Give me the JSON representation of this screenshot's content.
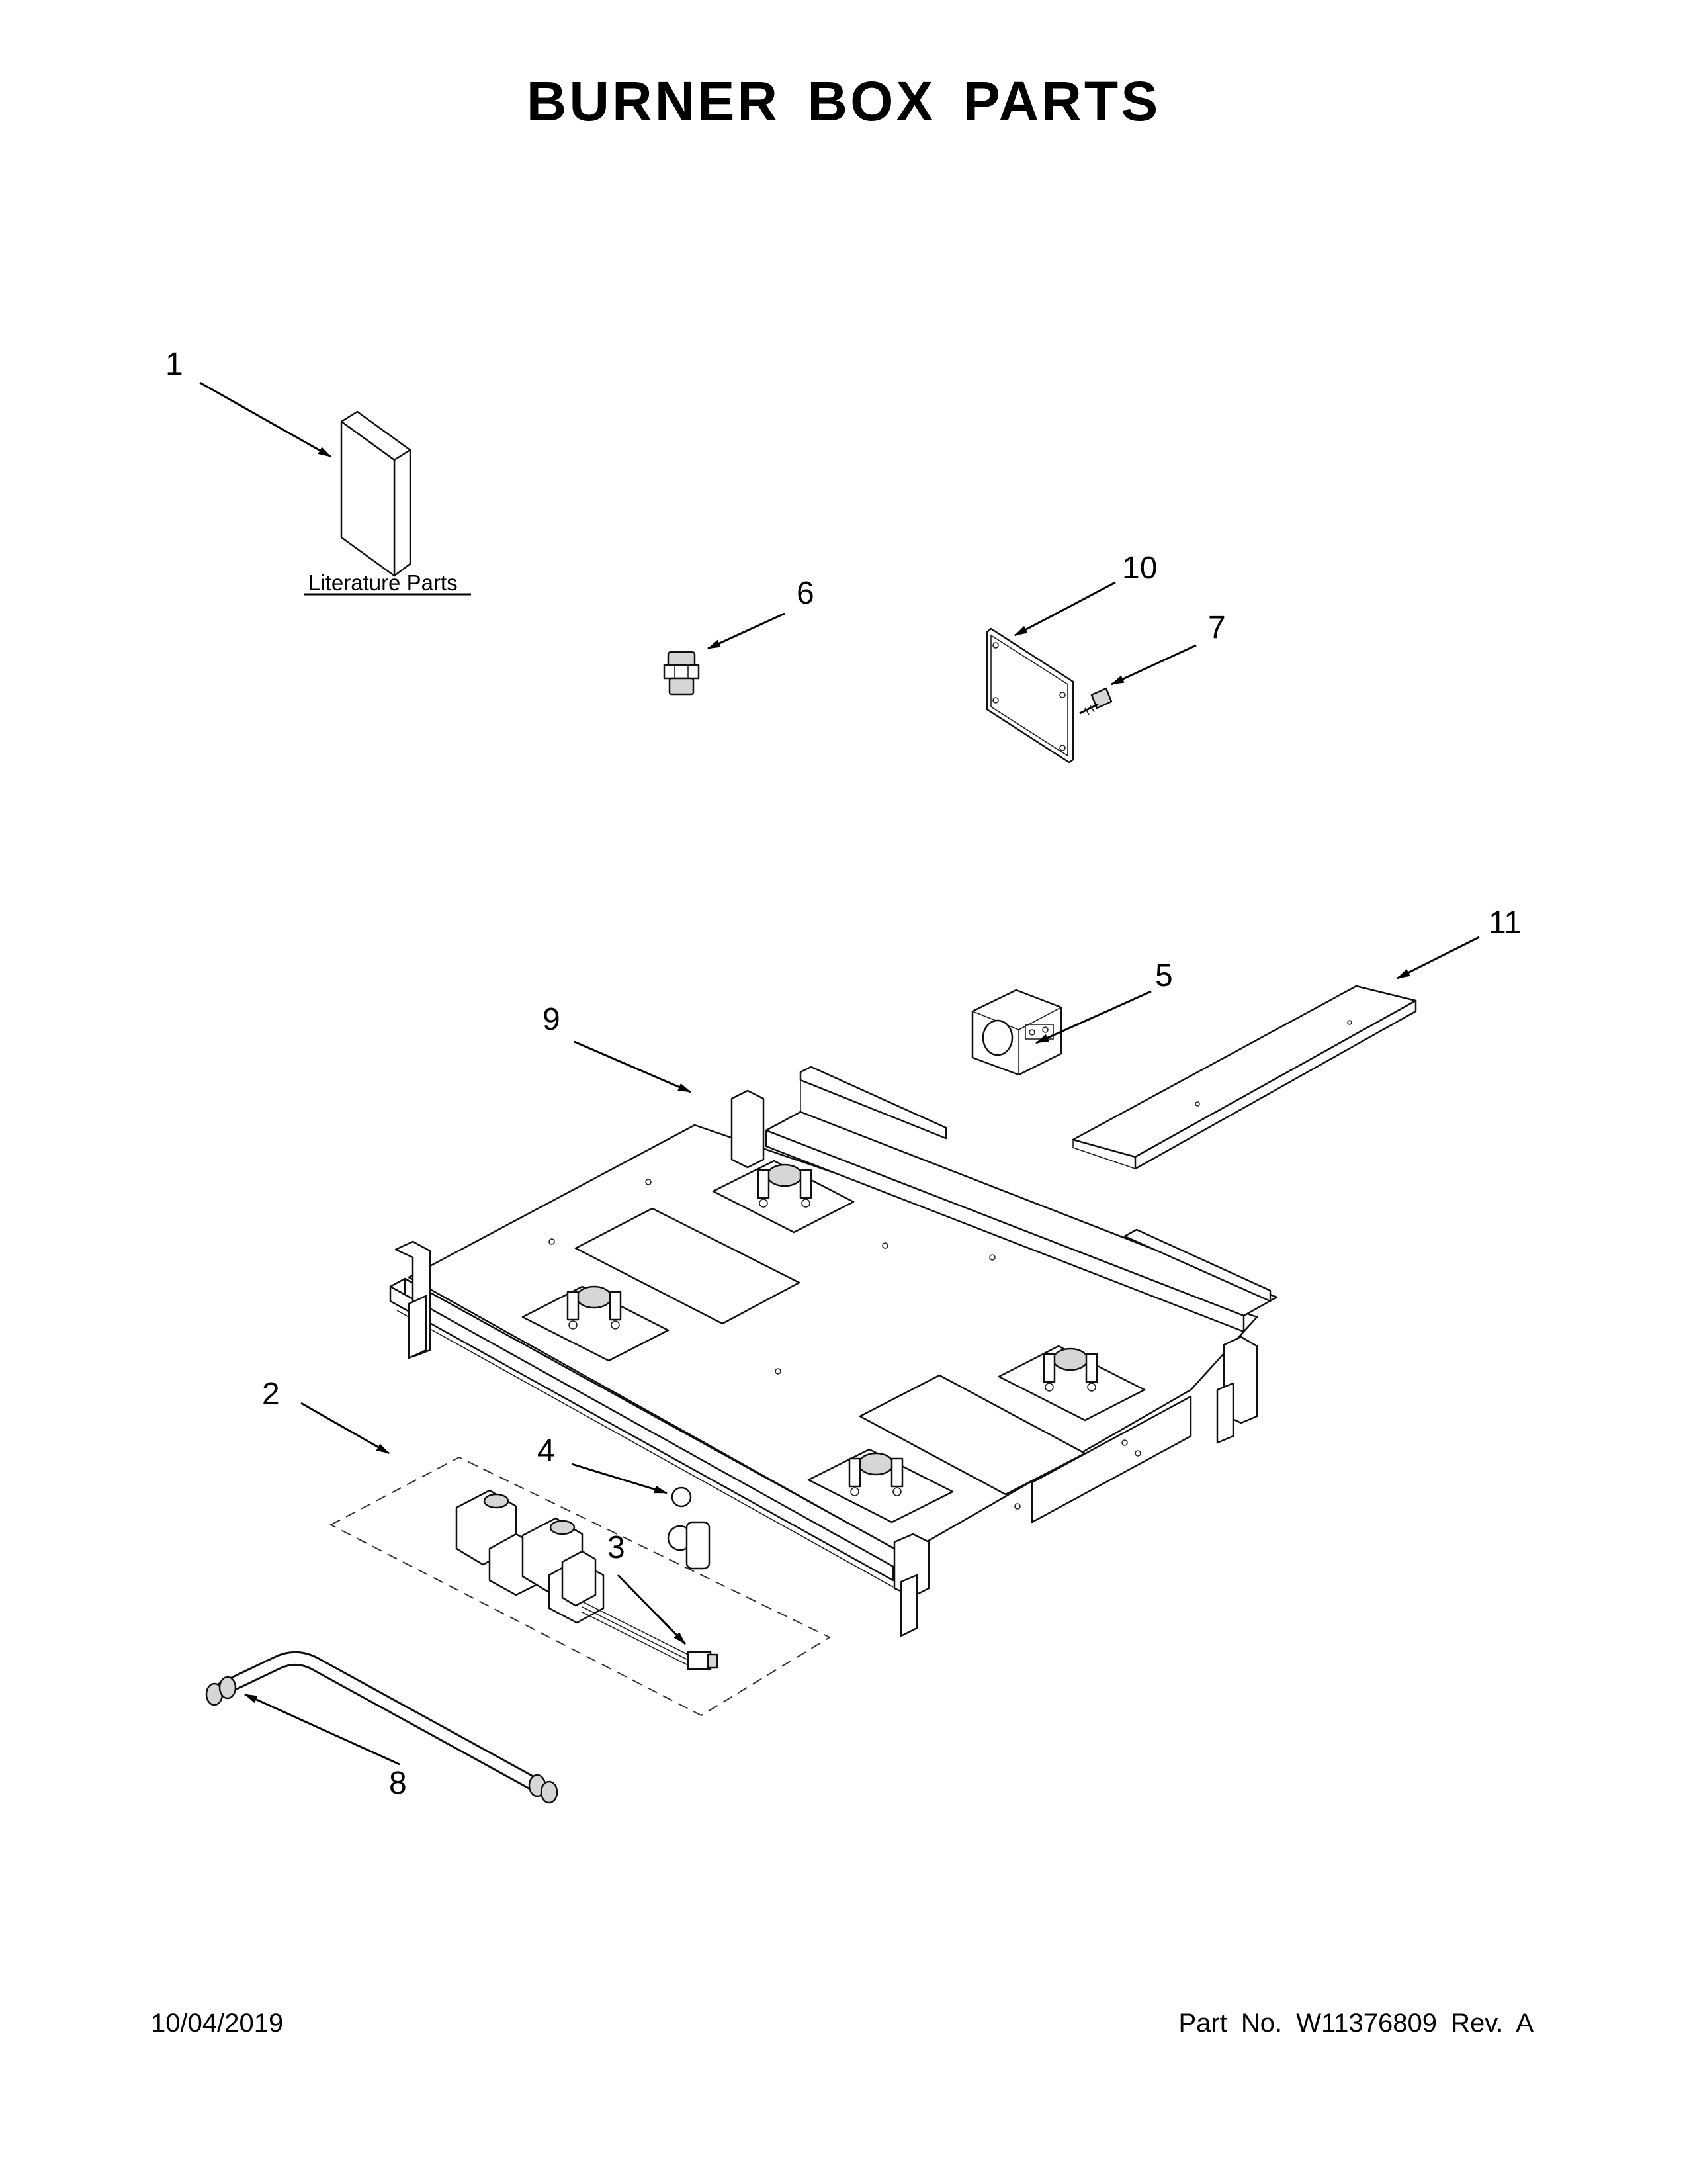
{
  "title": "BURNER BOX PARTS",
  "literature_label": "Literature Parts",
  "callouts": [
    {
      "id": "1",
      "label": "1"
    },
    {
      "id": "2",
      "label": "2"
    },
    {
      "id": "3",
      "label": "3"
    },
    {
      "id": "4",
      "label": "4"
    },
    {
      "id": "5",
      "label": "5"
    },
    {
      "id": "6",
      "label": "6"
    },
    {
      "id": "7",
      "label": "7"
    },
    {
      "id": "8",
      "label": "8"
    },
    {
      "id": "9",
      "label": "9"
    },
    {
      "id": "10",
      "label": "10"
    },
    {
      "id": "11",
      "label": "11"
    }
  ],
  "footer": {
    "date": "10/04/2019",
    "part_number": "Part No.  W11376809  Rev.  A"
  }
}
